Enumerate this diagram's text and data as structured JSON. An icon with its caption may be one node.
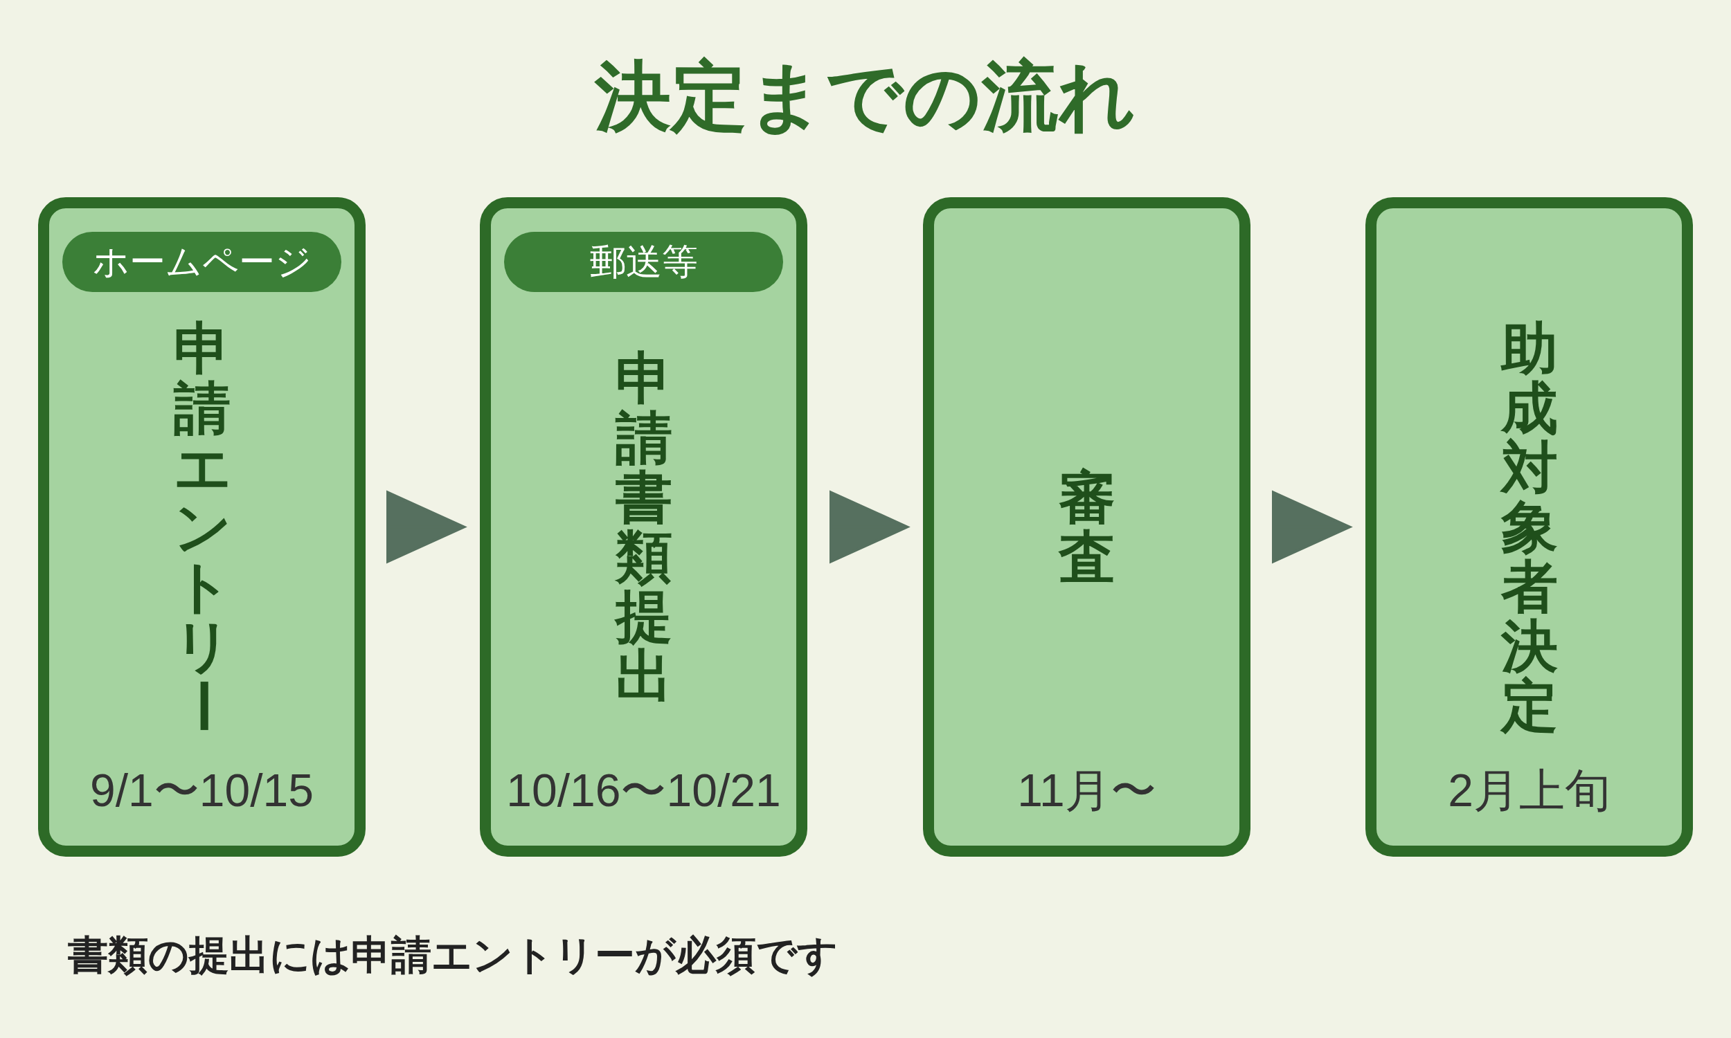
{
  "diagram": {
    "title": "決定までの流れ",
    "nodes": [
      {
        "text": [
          "申請エントリー",
          "9/1〜10/15"
        ]
      },
      {
        "text": [
          "ホームページ"
        ],
        "in": 0
      },
      {
        "text": [
          "申請書類提出",
          "10/16〜10/21"
        ]
      },
      {
        "text": [
          "郵送等"
        ],
        "in": 2
      },
      {
        "text": [
          "審査",
          "11月〜"
        ]
      },
      {
        "text": [
          "助成対象者決定",
          "2月上旬"
        ]
      }
    ],
    "edges": [
      {
        "from": 0,
        "to": 2,
        "arrow": "to"
      },
      {
        "from": 2,
        "to": 4,
        "arrow": "to"
      },
      {
        "from": 4,
        "to": 5,
        "arrow": "to"
      }
    ],
    "labels": [
      "書類の提出には申請エントリーが必須です"
    ]
  }
}
